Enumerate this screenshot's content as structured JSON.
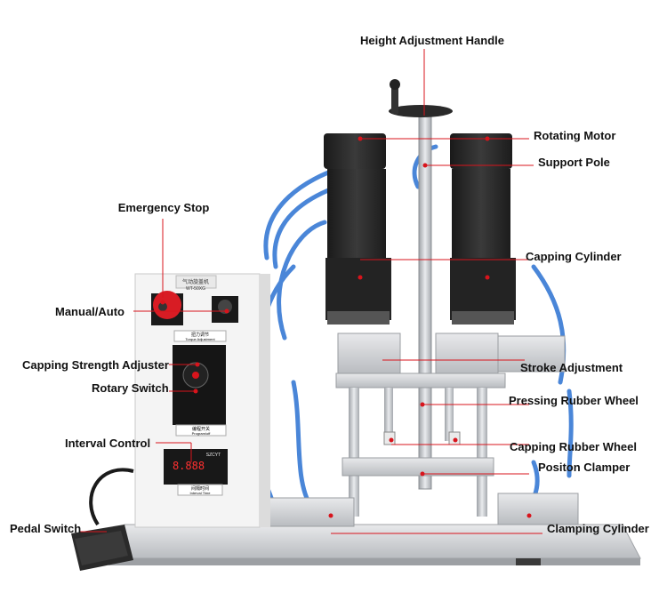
{
  "labels": {
    "height_handle": "Height Adjustment Handle",
    "rotating_motor": "Rotating Motor",
    "support_pole": "Support Pole",
    "emergency_stop": "Emergency Stop",
    "capping_cylinder": "Capping Cylinder",
    "manual_auto": "Manual/Auto",
    "capping_strength": "Capping Strength Adjuster",
    "stroke_adjustment": "Stroke Adjustment",
    "rotary_switch": "Rotary Switch",
    "pressing_wheel": "Pressing Rubber Wheel",
    "interval_control": "Interval Control",
    "capping_rubber_wheel": "Capping Rubber Wheel",
    "position_clamper": "Positon Clamper",
    "pedal_switch": "Pedal Switch",
    "clamping_cylinder": "Clamping Cylinder"
  },
  "panel": {
    "top_label": "气动旋盖机",
    "model": "WT-50XG",
    "torque_cn": "扭力调节",
    "torque_en": "Torque Adjustment",
    "program_cn": "编程开关",
    "program_en": "Program/off",
    "display": "8.888",
    "display_brand": "SZCYT",
    "interval_cn": "间隔时间",
    "interval_en": "Interval Time"
  },
  "colors": {
    "leader": "#d8141c",
    "motor": "#2a2a2a",
    "tube": "#4a86d8",
    "panel": "#f2f2f2",
    "metal": "#c9ccd0"
  }
}
